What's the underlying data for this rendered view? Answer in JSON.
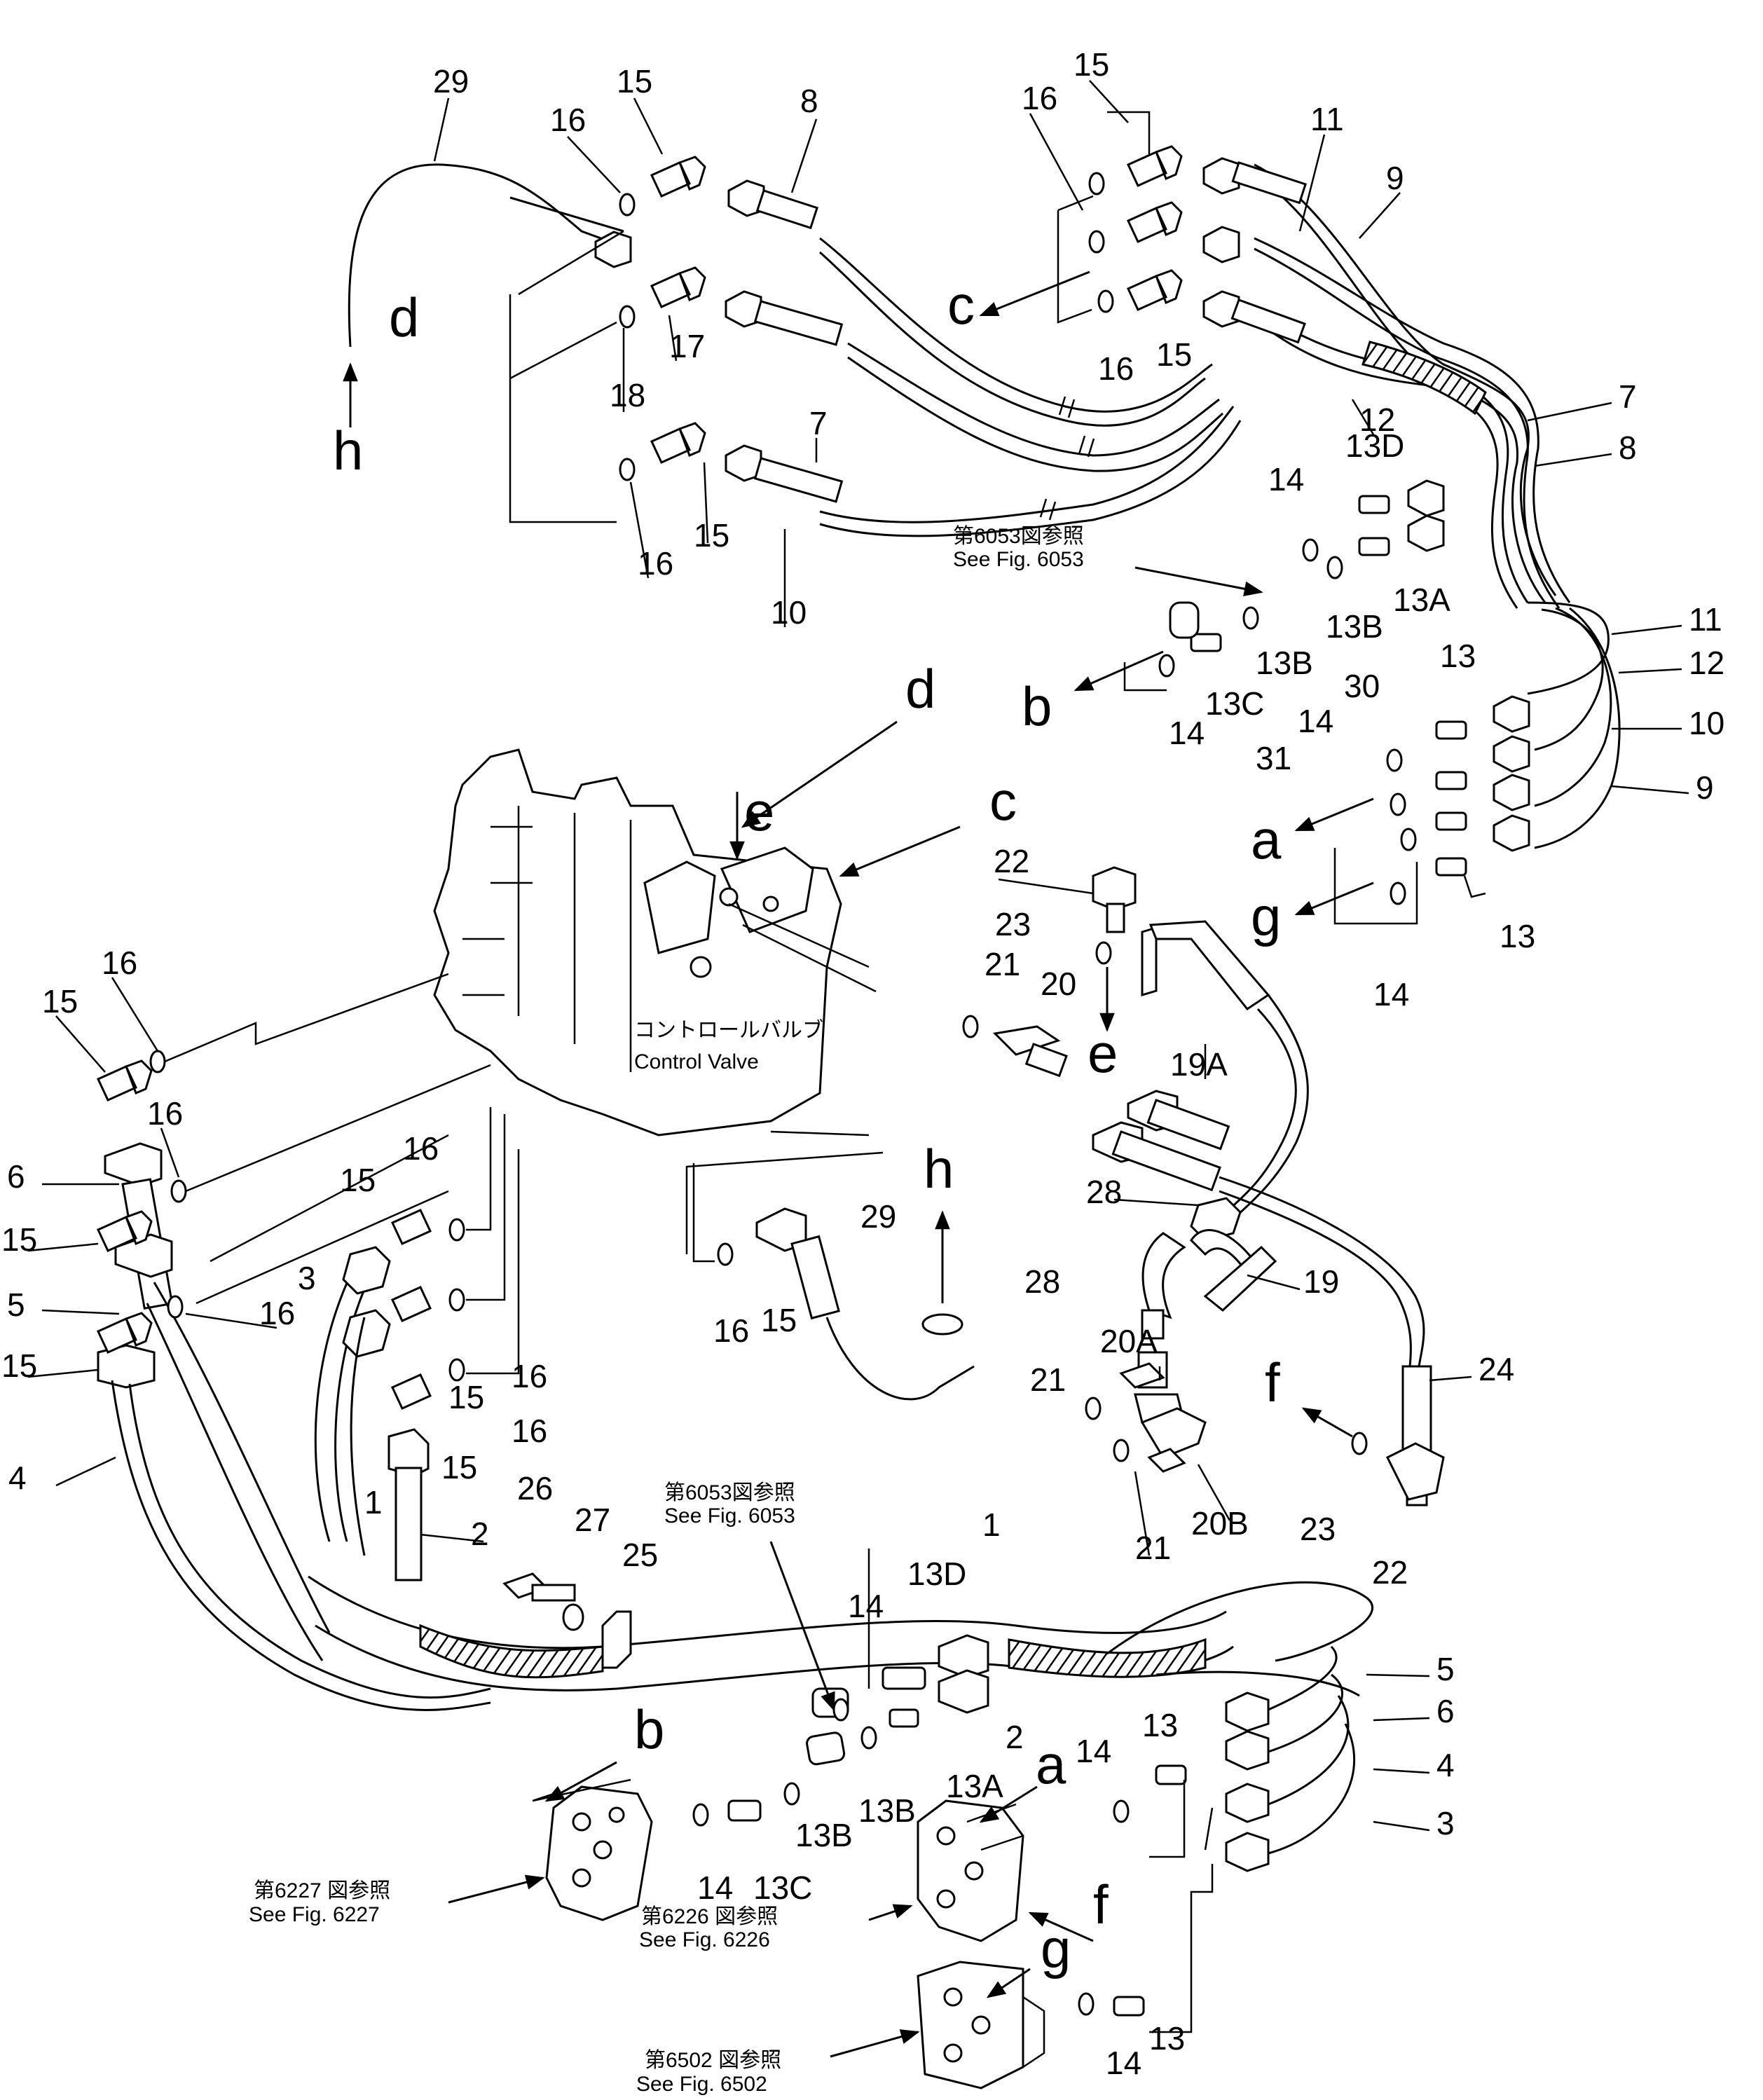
{
  "parts": {
    "p1a": "1",
    "p1b": "1",
    "p2a": "2",
    "p2b": "2",
    "p3a": "3",
    "p3b": "3",
    "p4a": "4",
    "p4b": "4",
    "p5a": "5",
    "p5b": "5",
    "p6a": "6",
    "p6b": "6",
    "p7a": "7",
    "p7b": "7",
    "p8a": "8",
    "p8b": "8",
    "p9a": "9",
    "p9b": "9",
    "p10a": "10",
    "p10b": "10",
    "p11a": "11",
    "p11b": "11",
    "p12a": "12",
    "p12b": "12",
    "p13a": "13",
    "p13b": "13",
    "p13c": "13",
    "p13d": "13",
    "p13A1": "13A",
    "p13A2": "13A",
    "p13B1": "13B",
    "p13B2": "13B",
    "p13B3": "13B",
    "p13B4": "13B",
    "p13C1": "13C",
    "p13C2": "13C",
    "p13D1": "13D",
    "p13D2": "13D",
    "p14a": "14",
    "p14b": "14",
    "p14c": "14",
    "p14d": "14",
    "p14e": "14",
    "p14f": "14",
    "p14g": "14",
    "p14h": "14",
    "p15a": "15",
    "p15b": "15",
    "p15c": "15",
    "p15d": "15",
    "p15e": "15",
    "p15f": "15",
    "p15g": "15",
    "p15h": "15",
    "p15i": "15",
    "p15j": "15",
    "p15k": "15",
    "p16a": "16",
    "p16b": "16",
    "p16c": "16",
    "p16d": "16",
    "p16e": "16",
    "p16f": "16",
    "p16g": "16",
    "p16h": "16",
    "p16i": "16",
    "p16j": "16",
    "p16k": "16",
    "p17": "17",
    "p18": "18",
    "p19": "19",
    "p19A": "19A",
    "p20": "20",
    "p20A": "20A",
    "p20B": "20B",
    "p21a": "21",
    "p21b": "21",
    "p21c": "21",
    "p22a": "22",
    "p22b": "22",
    "p23a": "23",
    "p23b": "23",
    "p24": "24",
    "p25": "25",
    "p26": "26",
    "p27": "27",
    "p28a": "28",
    "p28b": "28",
    "p29a": "29",
    "p29b": "29",
    "p30": "30",
    "p31": "31"
  },
  "connections": {
    "a1": "a",
    "a2": "a",
    "b1": "b",
    "b2": "b",
    "c1": "c",
    "c2": "c",
    "d1": "d",
    "d2": "d",
    "e1": "e",
    "e2": "e",
    "f1": "f",
    "f2": "f",
    "g1": "g",
    "g2": "g",
    "h1": "h",
    "h2": "h"
  },
  "references": {
    "jp6053": "第6053図参照",
    "en6053": "See Fig. 6053",
    "jp6053b": "第6053図参照",
    "en6053b": "See Fig. 6053",
    "jp6227": "第6227 図参照",
    "en6227": "See Fig. 6227",
    "jp6226": "第6226 図参照",
    "en6226": "See Fig. 6226",
    "jp6502": "第6502 図参照",
    "en6502": "See Fig. 6502"
  },
  "control_valve": {
    "jp": "コントロールバルブ",
    "en": "Control Valve"
  }
}
